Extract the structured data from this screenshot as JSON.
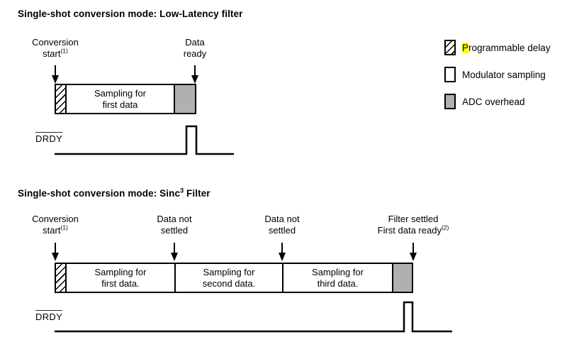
{
  "low_latency": {
    "title": "Single-shot conversion mode: Low-Latency filter",
    "annotations": {
      "conversion_start": {
        "line1": "Conversion",
        "line2": "start",
        "sup": "(1)"
      },
      "data_ready": {
        "line1": "Data",
        "line2": "ready"
      }
    },
    "bar": {
      "sampling1": {
        "line1": "Sampling for",
        "line2": "first data"
      }
    },
    "drdy": "DRDY"
  },
  "sinc3": {
    "title": {
      "prefix": "Single-shot conversion mode: Sinc",
      "sup": "3",
      "suffix": " Filter"
    },
    "annotations": {
      "conversion_start": {
        "line1": "Conversion",
        "line2": "start",
        "sup": "(1)"
      },
      "data_not_settled_1": {
        "line1": "Data not",
        "line2": "settled"
      },
      "data_not_settled_2": {
        "line1": "Data not",
        "line2": "settled"
      },
      "filter_settled": {
        "line1": "Filter settled",
        "line2": "First data ready",
        "sup": "(2)"
      }
    },
    "bar": {
      "sampling1": {
        "line1": "Sampling for",
        "line2": "first data."
      },
      "sampling2": {
        "line1": "Sampling for",
        "line2": "second data."
      },
      "sampling3": {
        "line1": "Sampling for",
        "line2": "third data."
      }
    },
    "drdy": "DRDY"
  },
  "legend": {
    "programmable_delay": {
      "highlight": "P",
      "rest": "rogrammable delay"
    },
    "modulator_sampling": "Modulator sampling",
    "adc_overhead": "ADC overhead"
  },
  "colors": {
    "adc_overhead_fill": "#b0b0b0",
    "search_highlight": "#ffff00",
    "line": "#000000"
  }
}
